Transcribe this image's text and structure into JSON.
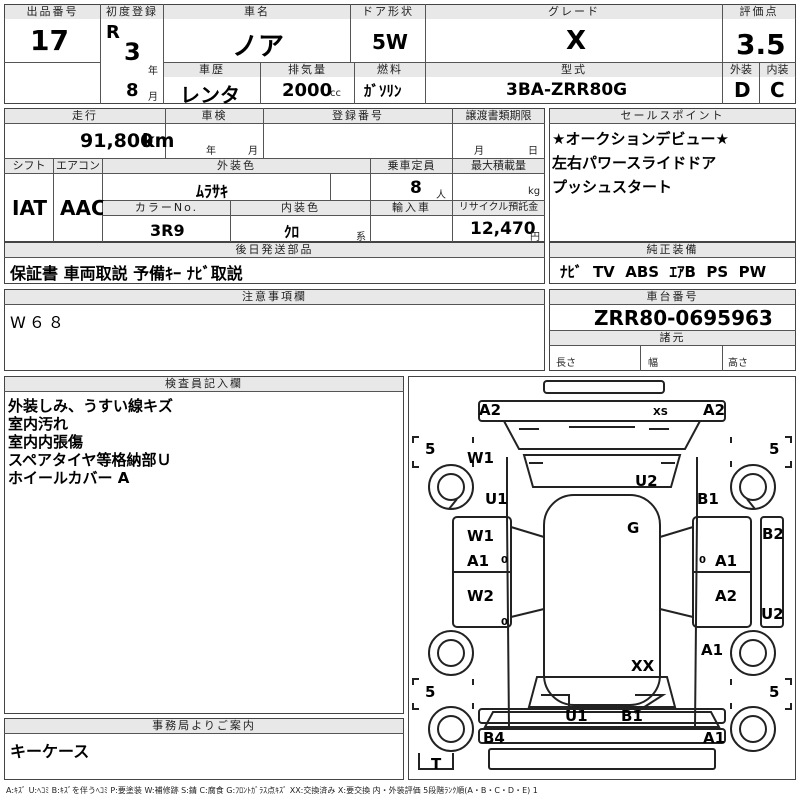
{
  "header": {
    "lot_label": "出品番号",
    "lot": "17",
    "reg_label": "初度登録",
    "era": "R",
    "year": "3",
    "year_unit": "年",
    "month": "8",
    "month_unit": "月",
    "name_label": "車名",
    "name": "ノア",
    "door_label": "ドア形状",
    "door": "5W",
    "grade_label": "グレード",
    "grade": "X",
    "score_label": "評価点",
    "score": "3.5",
    "history_label": "車歴",
    "history": "レンタ",
    "displacement_label": "排気量",
    "displacement": "2000",
    "displacement_unit": "cc",
    "fuel_label": "燃料",
    "fuel": "ｶﾞｿﾘﾝ",
    "model_label": "型式",
    "model": "3BA-ZRR80G",
    "exterior_label": "外装",
    "exterior": "D",
    "interior_label": "内装",
    "interior": "C"
  },
  "row2": {
    "mileage_label": "走行",
    "mileage": "91,800",
    "mileage_unit": "km",
    "inspection_label": "車検",
    "insp_year": "年",
    "insp_month": "月",
    "regno_label": "登録番号",
    "transfer_label": "譲渡書類期限",
    "transfer_month": "月",
    "transfer_day": "日",
    "shift_label": "シフト",
    "shift": "IAT",
    "ac_label": "エアコン",
    "ac": "AAC",
    "color_label": "外装色",
    "color": "ﾑﾗｻｷ",
    "capacity_label": "乗車定員",
    "capacity": "8",
    "capacity_unit": "人",
    "load_label": "最大積載量",
    "load_unit": "kg",
    "colorno_label": "カラーNo.",
    "colorno": "3R9",
    "intcolor_label": "内装色",
    "intcolor": "ｸﾛ",
    "intcolor_unit": "系",
    "import_label": "輸入車",
    "recycle_label": "リサイクル預託金",
    "recycle": "12,470",
    "recycle_unit": "円"
  },
  "later": {
    "label": "後日発送部品",
    "value": "保証書 車両取説 予備ｷｰ ﾅﾋﾞ取説"
  },
  "sales": {
    "label": "セールスポイント",
    "lines": [
      "★オークションデビュー★",
      "左右パワースライドドア",
      "プッシュスタート"
    ]
  },
  "equip": {
    "label": "純正装備",
    "value": "ﾅﾋﾞ  TV  ABS  ｴｱB  PS  PW"
  },
  "caution": {
    "label": "注意事項欄",
    "value": "W６８"
  },
  "chassis": {
    "label": "車台番号",
    "value": "ZRR80-0695963",
    "spec_label": "諸元",
    "length": "長さ",
    "width": "幅",
    "height": "高さ"
  },
  "inspector": {
    "label": "検査員記入欄",
    "lines": [
      "外装しみ、うすい線キズ",
      "室内汚れ",
      "室内内張傷",
      "スペアタイヤ等格納部Ｕ",
      "ホイールカバー A"
    ]
  },
  "office": {
    "label": "事務局よりご案内",
    "value": "キーケース"
  },
  "diagram": {
    "marks": {
      "a2_fl": "A2",
      "xs": "XS",
      "a2_fr": "A2",
      "t5_tl": "5",
      "t5_tr": "5",
      "t5_bl": "5",
      "t5_br": "5",
      "w1_top": "W1",
      "u2_top": "U2",
      "u1_left": "U1",
      "b1_right": "B1",
      "w1_mid": "W1",
      "g": "G",
      "b2": "B2",
      "a1_l": "A1",
      "a1_r": "A1",
      "w2": "W2",
      "a2_r": "A2",
      "u2_r": "U2",
      "a1_r2": "A1",
      "xx": "XX",
      "u1_rear": "U1",
      "b1_rear": "B1",
      "b4": "B4",
      "a1_rear": "A1",
      "t": "T",
      "zero": "0"
    }
  },
  "legend": "A:ｷｽﾞ U:ﾍｺﾐ B:ｷｽﾞを伴うﾍｺﾐ P:要塗装 W:補修跡 S:錆 C:腐食 G:ﾌﾛﾝﾄｶﾞﾗｽ点ｷｽﾞ XX:交換済み X:要交換 内・外装評価 5段階ﾗﾝｸ順(A・B・C・D・E) 1"
}
